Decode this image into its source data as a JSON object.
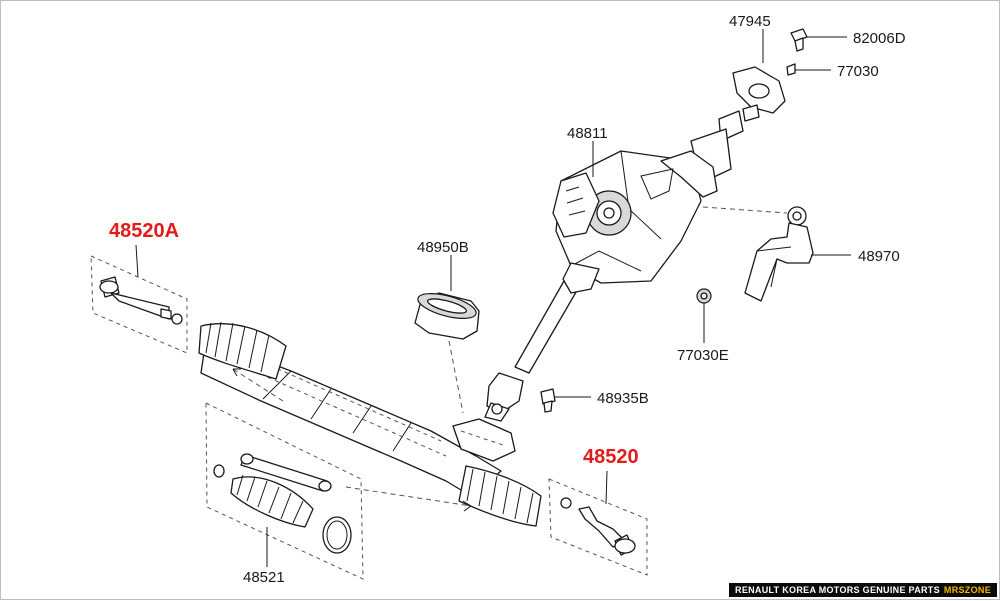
{
  "labels": {
    "p48520A": "48520A",
    "p48950B": "48950B",
    "p48811": "48811",
    "p47945": "47945",
    "p82006D": "82006D",
    "p77030": "77030",
    "p48970": "48970",
    "p77030E": "77030E",
    "p48935B": "48935B",
    "p48520": "48520",
    "p48521": "48521"
  },
  "footer": {
    "text": "RENAULT KOREA MOTORS GENUINE PARTS",
    "brand": "MRSZONE"
  },
  "colors": {
    "highlight": "#e31b1b",
    "ink": "#1a1a1a",
    "footer_bg": "#0b0b0b",
    "brand": "#f5b800"
  }
}
